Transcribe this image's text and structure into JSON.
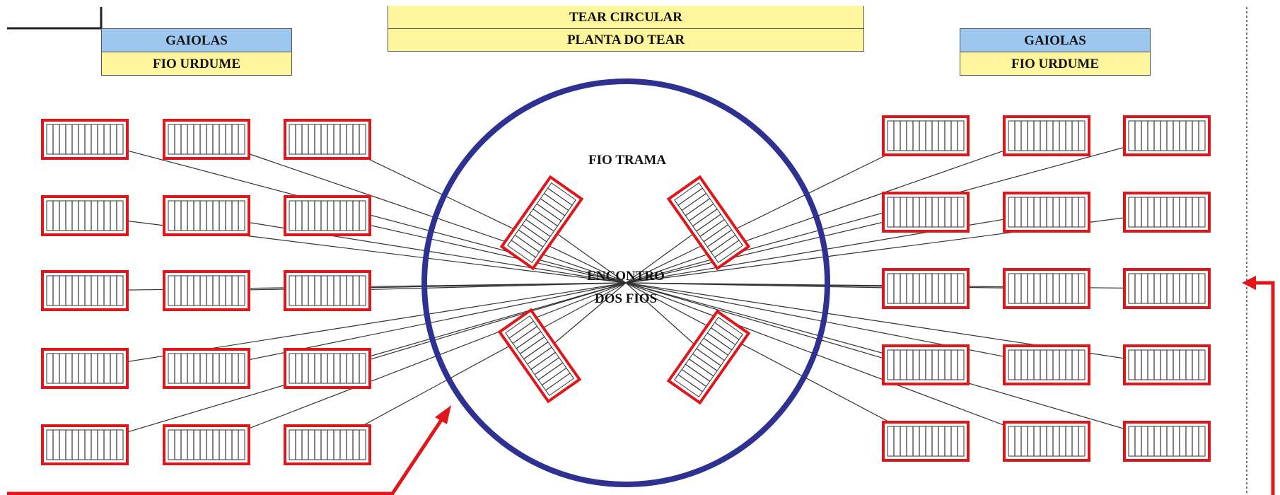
{
  "header": {
    "tear_circular": "TEAR CIRCULAR",
    "planta_do_tear": "PLANTA DO TEAR"
  },
  "left_cage": {
    "gaiolas": "GAIOLAS",
    "fio_urdume": "FIO URDUME"
  },
  "right_cage": {
    "gaiolas": "GAIOLAS",
    "fio_urdume": "FIO URDUME"
  },
  "loom": {
    "fio_trama": "FIO TRAMA",
    "encontro_line1": "ENCONTRO",
    "encontro_line2": "DOS FIOS"
  },
  "colors": {
    "header_yellow": "#FFF59D",
    "cage_blue": "#9CC8F0",
    "bobbin_red": "#E0161B",
    "circle_blue": "#2E3192",
    "thread_gray": "#333333",
    "arrow_red": "#E0161B"
  }
}
